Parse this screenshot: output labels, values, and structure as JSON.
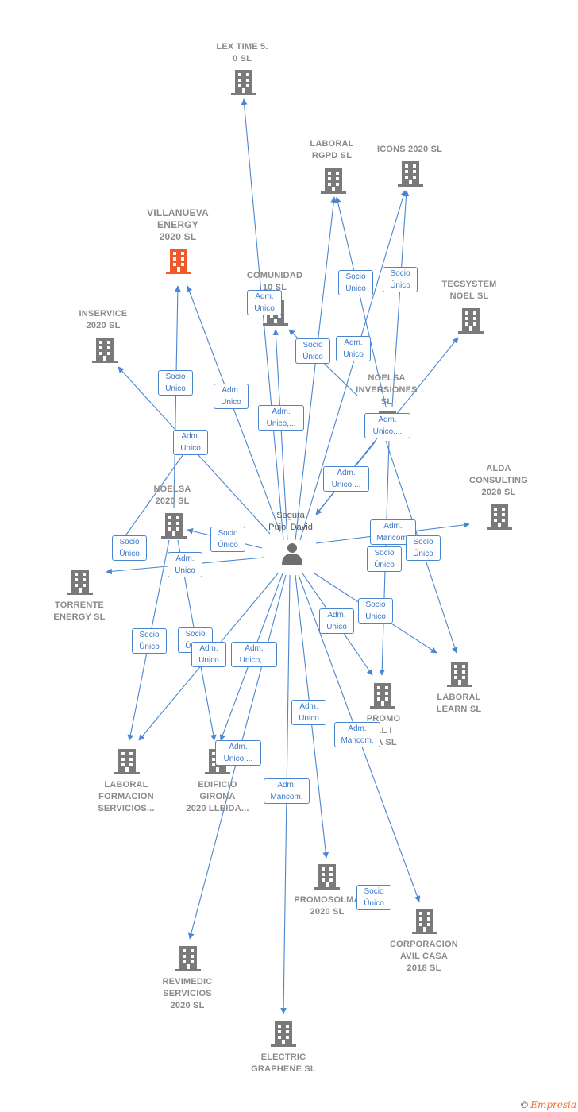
{
  "center": {
    "label": "Segura\nPujol David"
  },
  "nodes": [
    {
      "id": "lex",
      "label": "LEX TIME 5.\n0 SL",
      "color": "#7a7a7a"
    },
    {
      "id": "rgpd",
      "label": "LABORAL\nRGPD SL",
      "color": "#7a7a7a"
    },
    {
      "id": "icons",
      "label": "ICONS 2020 SL",
      "color": "#7a7a7a"
    },
    {
      "id": "villanueva",
      "label": "VILLANUEVA\nENERGY\n2020 SL",
      "color": "#f05a28"
    },
    {
      "id": "comunidad",
      "label": "COMUNIDAD\n10 SL",
      "color": "#7a7a7a"
    },
    {
      "id": "tecsystem",
      "label": "TECSYSTEM\nNOEL SL",
      "color": "#7a7a7a"
    },
    {
      "id": "inservice",
      "label": "INSERVICE\n2020 SL",
      "color": "#7a7a7a"
    },
    {
      "id": "noelsainv",
      "label": "NOELSA\nINVERSIONES\nSL",
      "color": "#7a7a7a"
    },
    {
      "id": "alda",
      "label": "ALDA\nCONSULTING\n2020 SL",
      "color": "#7a7a7a"
    },
    {
      "id": "noelsa",
      "label": "NOELSA\n2020 SL",
      "color": "#7a7a7a"
    },
    {
      "id": "torrente",
      "label": "TORRENTE\nENERGY SL",
      "color": "#7a7a7a"
    },
    {
      "id": "laborallearn",
      "label": "LABORAL\nLEARN SL",
      "color": "#7a7a7a"
    },
    {
      "id": "promo",
      "label": "PROMO\nAL I\nNA SL",
      "color": "#7a7a7a"
    },
    {
      "id": "laboralform",
      "label": "LABORAL\nFORMACION\nSERVICIOS...",
      "color": "#7a7a7a"
    },
    {
      "id": "edificio",
      "label": "EDIFICIO\nGIRONA\n2020 LLEIDA...",
      "color": "#7a7a7a"
    },
    {
      "id": "promosolma",
      "label": "PROMOSOLMA\n2020 SL",
      "color": "#7a7a7a"
    },
    {
      "id": "corporacion",
      "label": "CORPORACION\nAVIL CASA\n2018 SL",
      "color": "#7a7a7a"
    },
    {
      "id": "revimedic",
      "label": "REVIMEDIC\nSERVICIOS\n2020 SL",
      "color": "#7a7a7a"
    },
    {
      "id": "electric",
      "label": "ELECTRIC\nGRAPHENE SL",
      "color": "#7a7a7a"
    }
  ],
  "edge_labels": [
    "Adm.\nUnico",
    "Socio\nÚnico",
    "Socio\nÚnico",
    "Socio\nÚnico",
    "Adm.\nUnico",
    "Adm.\nUnico",
    "Socio\nÚnico",
    "Adm.\nUnico",
    "Adm.\nUnico,...",
    "Adm.\nUnico,...",
    "Adm.\nUnico,...",
    "Socio\nÚnico",
    "Adm.\nUnico",
    "Socio\nÚnico",
    "Adm.\nMancom.",
    "Socio\nÚnico",
    "Socio\nÚnico",
    "Socio\nÚnico",
    "Adm.\nUnico",
    "Socio\nÚnico",
    "Socio\nÚnico",
    "Adm.\nUnico",
    "Adm.\nUnico,...",
    "Adm.\nUnico",
    "Adm.\nMancom.",
    "Adm.\nUnico,...",
    "Adm.\nMancom.",
    "Socio\nÚnico"
  ],
  "colors": {
    "edge": "#4a86d0",
    "building": "#7a7a7a",
    "highlight": "#f05a28",
    "person": "#6e6e6e"
  },
  "footer": {
    "copyright": "©",
    "brand": "Empresia"
  }
}
